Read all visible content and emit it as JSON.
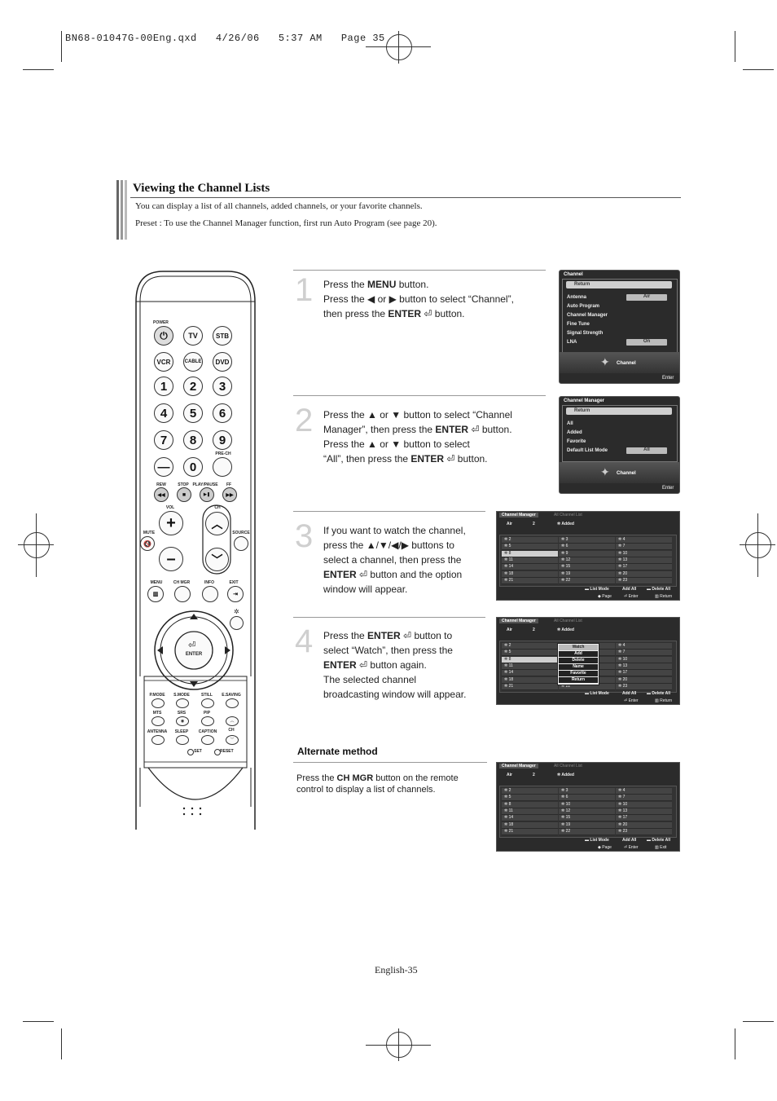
{
  "header": {
    "file_line": "BN68-01047G-00Eng.qxd   4/26/06   5:37 AM   Page 35"
  },
  "section": {
    "title": "Viewing the Channel Lists",
    "intro1": "You can display a list of all channels, added channels, or your favorite channels.",
    "intro2": "Preset : To use the Channel Manager function, first run Auto Program (see page 20)."
  },
  "steps": [
    {
      "num": "1"
    },
    {
      "num": "2"
    },
    {
      "num": "3"
    },
    {
      "num": "4"
    }
  ],
  "step1": {
    "l1a": "Press the ",
    "l1b": "MENU",
    "l1c": " button.",
    "l2a": "Press the ",
    "l2b": " or ",
    "l2c": " button to select “Channel”,",
    "l3a": "then press the ",
    "l3b": "ENTER",
    "l3c": " button."
  },
  "step2": {
    "l1a": "Press the ",
    "l1b": " or ",
    "l1c": " button to select “Channel",
    "l2a": "Manager”, then press the ",
    "l2b": "ENTER",
    "l2c": " button.",
    "l3a": "Press the ",
    "l3b": " or ",
    "l3c": " button to select",
    "l4a": "“All”, then press the ",
    "l4b": "ENTER",
    "l4c": " button."
  },
  "step3": {
    "l1": "If you want to watch the channel,",
    "l2a": "press the ",
    "l2b": " buttons to",
    "l3": "select a channel, then press the",
    "l4a": "ENTER",
    "l4b": " button and the option",
    "l5": "window will appear."
  },
  "step4": {
    "l1a": "Press the ",
    "l1b": "ENTER",
    "l1c": " button to",
    "l2": "select “Watch”, then press the",
    "l3a": "ENTER",
    "l3b": " button again.",
    "l4": "The selected channel",
    "l5": "broadcasting window will appear."
  },
  "alternate": {
    "heading": "Alternate method",
    "l1a": "Press the ",
    "l1b": "CH MGR",
    "l1c": " button on the remote",
    "l2": "control to display a list of channels."
  },
  "osd1": {
    "title": "Channel",
    "return": "Return",
    "items": [
      "Antenna",
      "Auto Program",
      "Channel Manager",
      "Fine Tune",
      "Signal Strength",
      "LNA"
    ],
    "antenna_val": "Air",
    "lna_val": "On",
    "footer_label": "Channel",
    "enter": "Enter"
  },
  "osd2": {
    "title": "Channel Manager",
    "return": "Return",
    "items": [
      "All",
      "Added",
      "Favorite",
      "Default List Mode"
    ],
    "default_val": "All",
    "footer_label": "Channel",
    "enter": "Enter"
  },
  "list": {
    "title": "Channel Manager",
    "subtitle": "All Channel List",
    "mode": "Air",
    "count": "2",
    "added": "Added",
    "col1": [
      "2",
      "5",
      "8",
      "11",
      "14",
      "18",
      "21"
    ],
    "col2": [
      "3",
      "6",
      "9",
      "12",
      "15",
      "19",
      "22"
    ],
    "col3": [
      "4",
      "7",
      "10",
      "13",
      "17",
      "20",
      "23"
    ],
    "col2b": [
      "3",
      "6",
      "10",
      "12",
      "15",
      "19",
      "22"
    ],
    "foot_list_mode": "List Mode",
    "foot_add_all": "Add All",
    "foot_delete_all": "Delete All",
    "foot_page": "Page",
    "foot_enter": "Enter",
    "foot_return": "Return",
    "foot_exit": "Exit",
    "popup": [
      "Watch",
      "Add",
      "Delete",
      "Name",
      "Favorite",
      "Return"
    ]
  },
  "remote": {
    "power": "POWER",
    "tv": "TV",
    "stb": "STB",
    "vcr": "VCR",
    "cable": "CABLE",
    "dvd": "DVD",
    "digits": [
      "1",
      "2",
      "3",
      "4",
      "5",
      "6",
      "7",
      "8",
      "9",
      "0"
    ],
    "prech": "PRE-CH",
    "rew": "REW",
    "stop": "STOP",
    "playpause": "PLAY/PAUSE",
    "ff": "FF",
    "vol": "VOL",
    "ch": "CH",
    "mute": "MUTE",
    "source": "SOURCE",
    "menu": "MENU",
    "chmgr": "CH MGR",
    "info": "INFO",
    "exit": "EXIT",
    "enter": "ENTER",
    "pmode": "P.MODE",
    "smode": "S.MODE",
    "still": "STILL",
    "esaving": "E.SAVING",
    "mts": "MTS",
    "srs": "SRS",
    "pip": "PIP",
    "antenna": "ANTENNA",
    "sleep": "SLEEP",
    "caption": "CAPTION",
    "ch2": "CH",
    "set": "SET",
    "reset": "RESET"
  },
  "footer": {
    "page": "English-35"
  }
}
